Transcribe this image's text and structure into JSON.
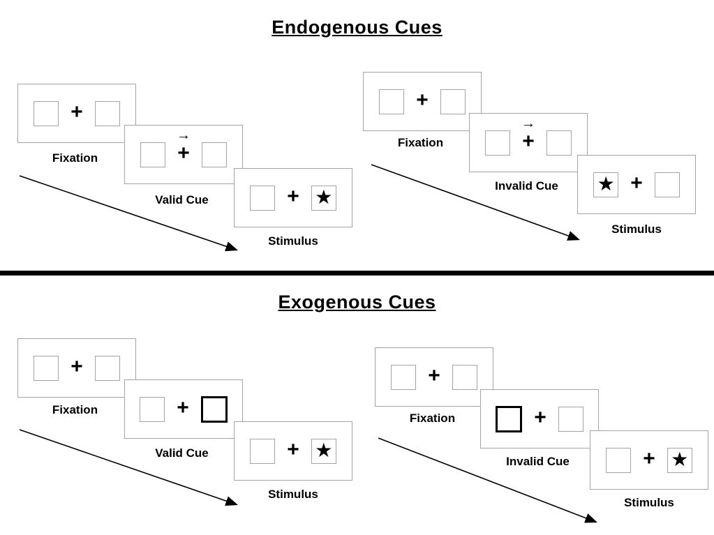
{
  "page": {
    "background": "#ffffff",
    "divider_color": "#000000"
  },
  "sections": [
    {
      "title": "Endogenous Cues",
      "groups": [
        {
          "name": "valid-trial",
          "panels": [
            {
              "label": "Fixation"
            },
            {
              "label": "Valid Cue"
            },
            {
              "label": "Stimulus"
            }
          ]
        },
        {
          "name": "invalid-trial",
          "panels": [
            {
              "label": "Fixation"
            },
            {
              "label": "Invalid Cue"
            },
            {
              "label": "Stimulus"
            }
          ]
        }
      ]
    },
    {
      "title": "Exogenous Cues",
      "groups": [
        {
          "name": "valid-trial",
          "panels": [
            {
              "label": "Fixation"
            },
            {
              "label": "Valid Cue"
            },
            {
              "label": "Stimulus"
            }
          ]
        },
        {
          "name": "invalid-trial",
          "panels": [
            {
              "label": "Fixation"
            },
            {
              "label": "Invalid Cue"
            },
            {
              "label": "Stimulus"
            }
          ]
        }
      ]
    }
  ],
  "symbols": {
    "plus": "+",
    "star": "★",
    "cue_arrow": "→"
  }
}
